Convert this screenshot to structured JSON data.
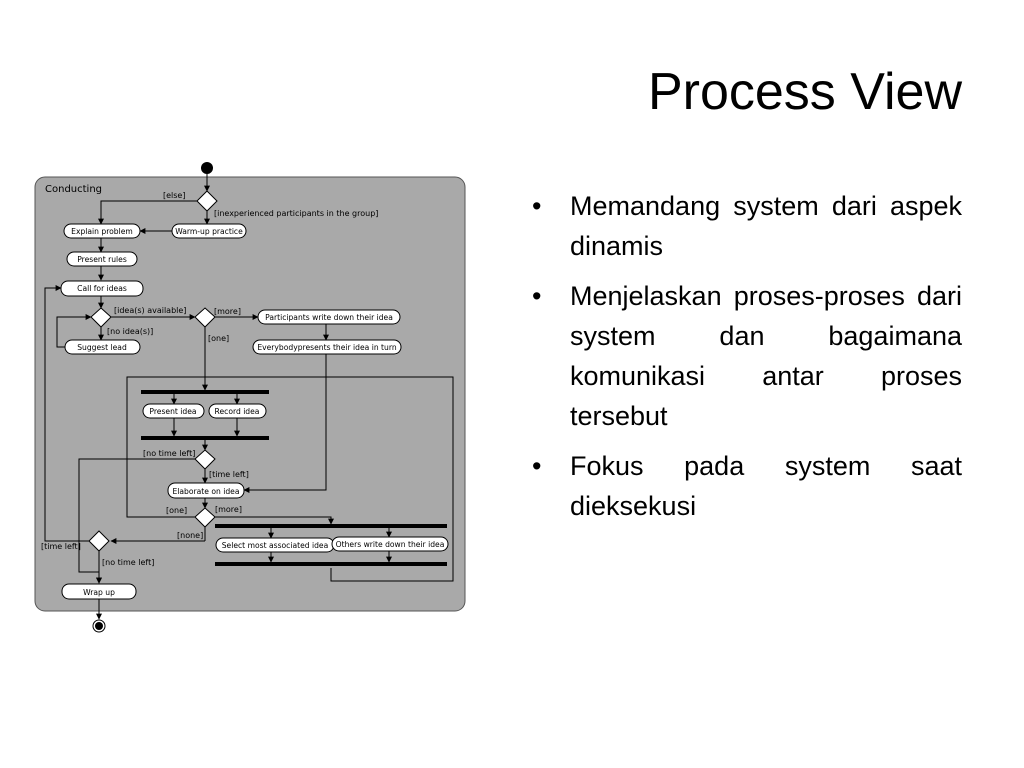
{
  "slide": {
    "title": "Process View",
    "bullets": [
      "Memandang system dari aspek dinamis",
      "Menjelaskan proses-proses dari system dan bagaimana komunikasi antar proses tersebut",
      "Fokus pada system saat dieksekusi"
    ]
  },
  "diagram": {
    "region_label": "Conducting",
    "actions": {
      "explain_problem": "Explain problem",
      "warm_up": "Warm-up practice",
      "present_rules": "Present rules",
      "call_for_ideas": "Call for ideas",
      "suggest_lead": "Suggest lead",
      "participants_write": "Participants write down their idea",
      "everybody_presents": "Everybodypresents their idea in turn",
      "present_idea": "Present idea",
      "record_idea": "Record idea",
      "elaborate": "Elaborate on idea",
      "select_most": "Select most associated idea",
      "others_write": "Others write down their idea",
      "wrap_up": "Wrap up"
    },
    "guards": {
      "else": "[else]",
      "inexperienced": "[inexperienced participants in the group]",
      "ideas_available": "[idea(s) available]",
      "no_ideas": "[no idea(s)]",
      "more1": "[more]",
      "one1": "[one]",
      "no_time_left1": "[no time left]",
      "time_left1": "[time left]",
      "one2": "[one]",
      "more2": "[more]",
      "none": "[none]",
      "time_left2": "[time left]",
      "no_time_left2": "[no time left]"
    }
  }
}
